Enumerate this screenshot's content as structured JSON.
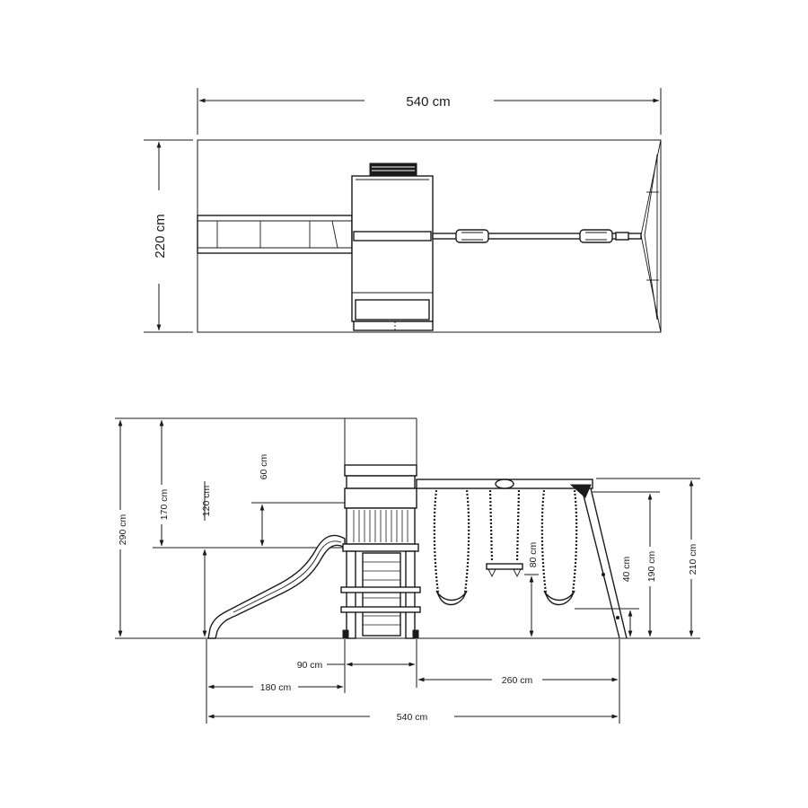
{
  "top_view": {
    "width_label": "540 cm",
    "depth_label": "220 cm"
  },
  "side_view": {
    "height_total_label": "290 cm",
    "height_roof_label": "170 cm",
    "height_platform_label": "120 cm",
    "height_wall_label": "60 cm",
    "swing_beam_height_label": "210 cm",
    "swing_height_label": "190 cm",
    "trapeze_label": "80 cm",
    "seat_height_label": "40 cm",
    "tower_width_label": "90 cm",
    "slide_length_label": "180 cm",
    "swing_span_label": "260 cm",
    "total_length_label": "540 cm"
  }
}
